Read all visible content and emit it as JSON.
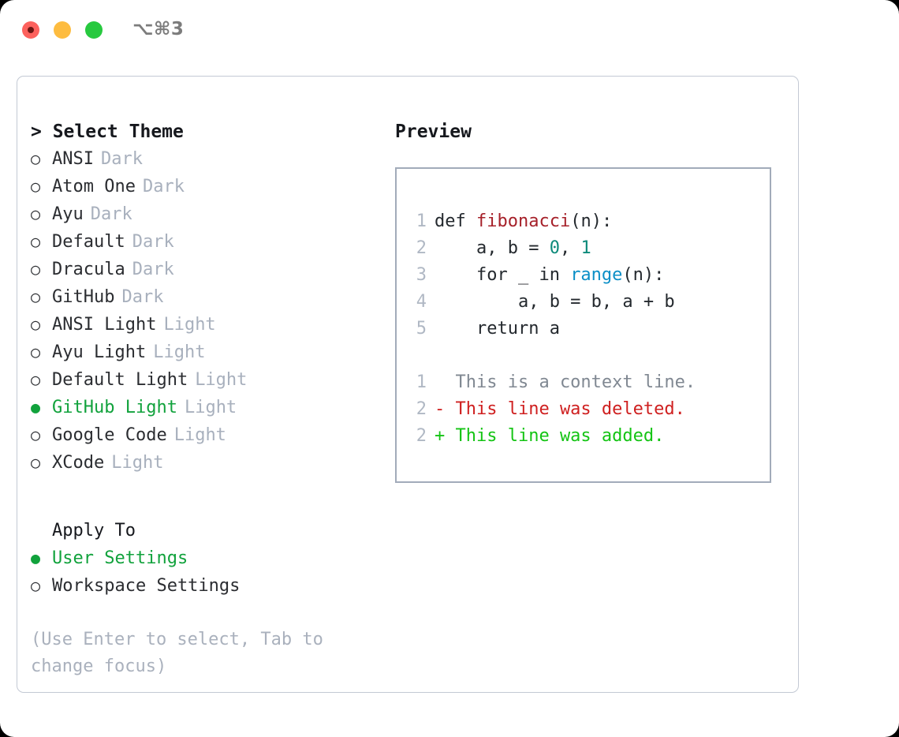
{
  "window": {
    "title": "⌥⌘3",
    "traffic_lights": [
      {
        "name": "close",
        "color": "#fc615d"
      },
      {
        "name": "minimize",
        "color": "#fdbc40"
      },
      {
        "name": "zoom",
        "color": "#27c93f"
      }
    ]
  },
  "theme_section": {
    "heading": "> Select Theme",
    "items": [
      {
        "marker": "○",
        "name": "ANSI",
        "suffix": "Dark",
        "selected": false
      },
      {
        "marker": "○",
        "name": "Atom One",
        "suffix": "Dark",
        "selected": false
      },
      {
        "marker": "○",
        "name": "Ayu",
        "suffix": "Dark",
        "selected": false
      },
      {
        "marker": "○",
        "name": "Default",
        "suffix": "Dark",
        "selected": false
      },
      {
        "marker": "○",
        "name": "Dracula",
        "suffix": "Dark",
        "selected": false
      },
      {
        "marker": "○",
        "name": "GitHub",
        "suffix": "Dark",
        "selected": false
      },
      {
        "marker": "○",
        "name": "ANSI Light",
        "suffix": "Light",
        "selected": false
      },
      {
        "marker": "○",
        "name": "Ayu Light",
        "suffix": "Light",
        "selected": false
      },
      {
        "marker": "○",
        "name": "Default Light",
        "suffix": "Light",
        "selected": false
      },
      {
        "marker": "●",
        "name": "GitHub Light",
        "suffix": "Light",
        "selected": true
      },
      {
        "marker": "○",
        "name": "Google Code",
        "suffix": "Light",
        "selected": false
      },
      {
        "marker": "○",
        "name": "XCode",
        "suffix": "Light",
        "selected": false
      }
    ]
  },
  "apply_section": {
    "title": "Apply To",
    "items": [
      {
        "marker": "●",
        "name": "User Settings",
        "selected": true
      },
      {
        "marker": "○",
        "name": "Workspace Settings",
        "selected": false
      }
    ]
  },
  "hint": "(Use Enter to select, Tab to change focus)",
  "preview": {
    "heading": "Preview",
    "code_lines": [
      {
        "ln": "1",
        "spans": [
          {
            "t": "def ",
            "c": "plain"
          },
          {
            "t": "fibonacci",
            "c": "fn"
          },
          {
            "t": "(n):",
            "c": "plain"
          }
        ]
      },
      {
        "ln": "2",
        "spans": [
          {
            "t": "    a, b = ",
            "c": "plain"
          },
          {
            "t": "0",
            "c": "num"
          },
          {
            "t": ", ",
            "c": "plain"
          },
          {
            "t": "1",
            "c": "num"
          }
        ]
      },
      {
        "ln": "3",
        "spans": [
          {
            "t": "    for _ in ",
            "c": "plain"
          },
          {
            "t": "range",
            "c": "builtin"
          },
          {
            "t": "(n):",
            "c": "plain"
          }
        ]
      },
      {
        "ln": "4",
        "spans": [
          {
            "t": "        a, b = b, a + b",
            "c": "plain"
          }
        ]
      },
      {
        "ln": "5",
        "spans": [
          {
            "t": "    return a",
            "c": "plain"
          }
        ]
      },
      {
        "ln": "",
        "blank": true,
        "spans": []
      },
      {
        "ln": "1",
        "spans": [
          {
            "t": "  This is a context line.",
            "c": "ctx"
          }
        ]
      },
      {
        "ln": "2",
        "spans": [
          {
            "t": "- This line was deleted.",
            "c": "del"
          }
        ]
      },
      {
        "ln": "2",
        "spans": [
          {
            "t": "+ This line was added.",
            "c": "add"
          }
        ]
      }
    ]
  },
  "colors": {
    "accent_green": "#11a23c",
    "muted": "#a8b0bd",
    "border": "#c3c9d4",
    "preview_border": "#a2abba",
    "diff_deleted": "#cf2020",
    "diff_added": "#14c414",
    "code_function": "#a6212a",
    "code_number": "#0d8a7a",
    "code_builtin": "#0b8fc7"
  }
}
